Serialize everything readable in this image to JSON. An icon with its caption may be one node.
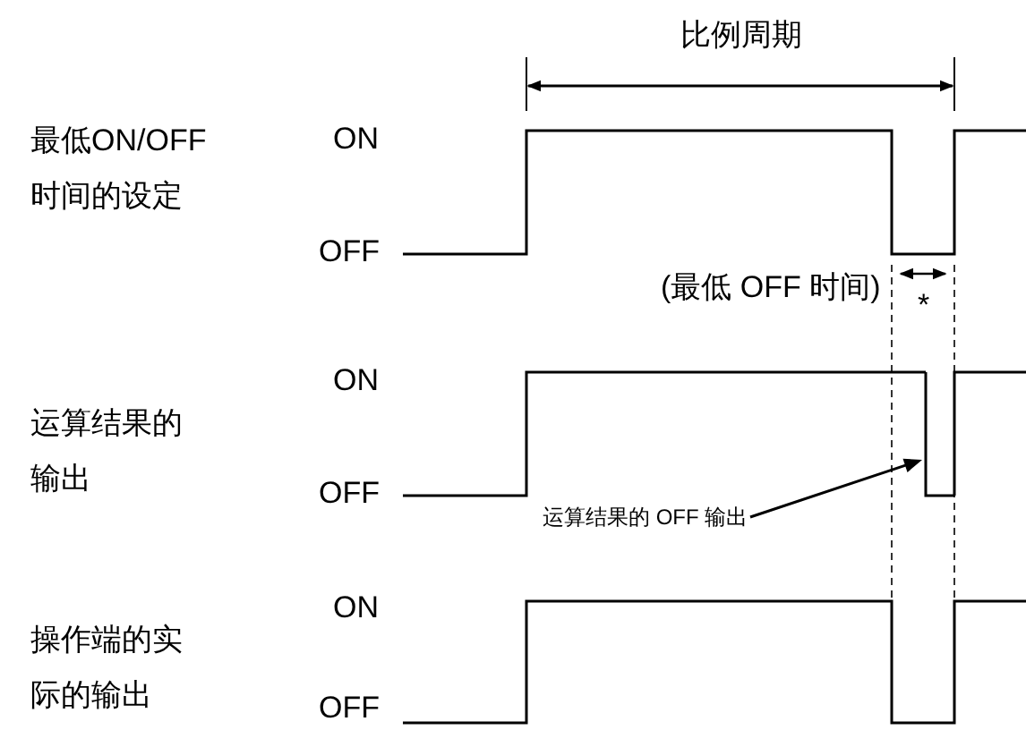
{
  "diagram": {
    "nodes": [
      {
        "text": [
          "运算结果的 OFF 输出"
        ]
      },
      {
        "text": [],
        "shape": "line"
      }
    ],
    "edges": [
      {
        "from": 0,
        "to": 1,
        "arrow": "to"
      }
    ],
    "labels": [
      "比例周期",
      "最低ON/OFF 时间的设定",
      "ON",
      "OFF",
      "(最低 OFF 时间)",
      "*",
      "运算结果的输出",
      "ON",
      "OFF",
      "操作端的实际的输出",
      "ON",
      "OFF"
    ]
  }
}
